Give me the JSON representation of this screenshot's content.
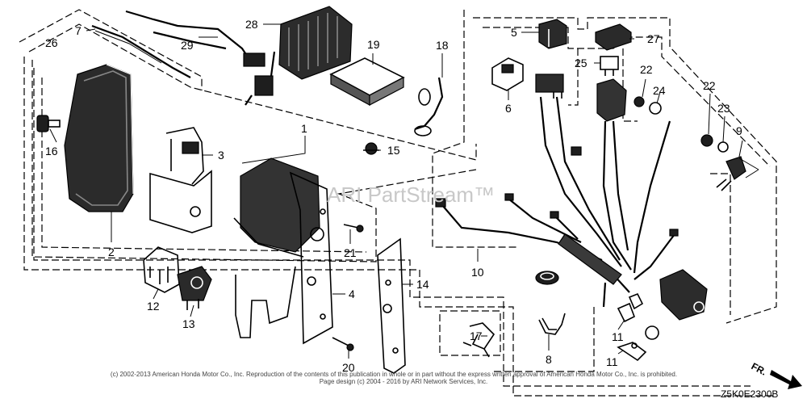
{
  "callouts": {
    "c1": "1",
    "c2": "2",
    "c3": "3",
    "c4": "4",
    "c5": "5",
    "c6": "6",
    "c7": "7",
    "c8": "8",
    "c9": "9",
    "c10": "10",
    "c11a": "11",
    "c11b": "11",
    "c12": "12",
    "c13": "13",
    "c14": "14",
    "c15": "15",
    "c16": "16",
    "c17": "17",
    "c18": "18",
    "c19": "19",
    "c20": "20",
    "c21": "21",
    "c22a": "22",
    "c22b": "22",
    "c23": "23",
    "c24": "24",
    "c25": "25",
    "c26": "26",
    "c27": "27",
    "c28": "28",
    "c29": "29"
  },
  "watermark": "ARI PartStream™",
  "footer": {
    "line1": "(c) 2002-2013 American Honda Motor Co., Inc. Reproduction of the contents of this publication in whole or in part without the express written approval of American Honda Motor Co., Inc. is prohibited.",
    "line2": "Page design (c) 2004 - 2016 by ARI Network Services, Inc."
  },
  "diagram_code": "Z5K0E2300B",
  "direction_label": "FR."
}
